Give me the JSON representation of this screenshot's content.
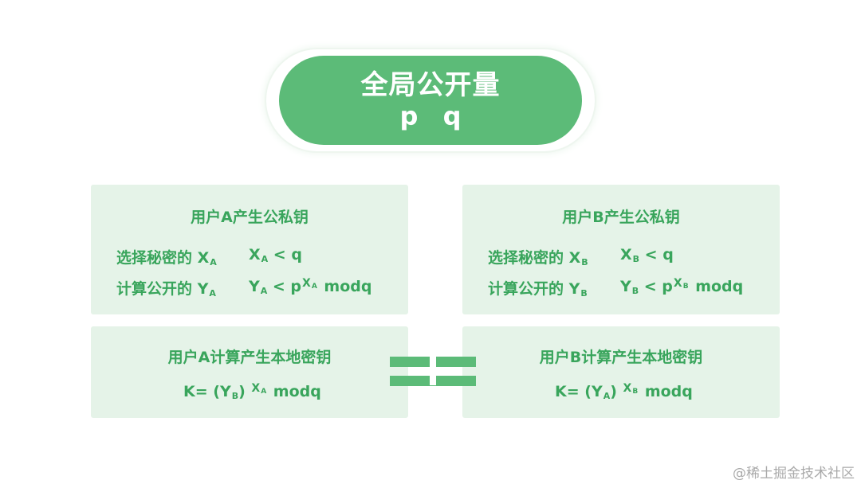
{
  "header": {
    "title": "全局公开量",
    "subtitle": "p q"
  },
  "cardA_top": {
    "title": "用户A产生公私钥",
    "row1": {
      "label": "选择秘密的 X",
      "label_sub": "A",
      "expr": "X",
      "expr_sub": "A",
      "rest": " < q"
    },
    "row2": {
      "label": "计算公开的 Y",
      "label_sub": "A",
      "expr": "Y",
      "expr_sub": "A",
      "rest_a": " < p",
      "sup": "X",
      "sup_sub": "A",
      "rest_b": " modq"
    }
  },
  "cardB_top": {
    "title": "用户B产生公私钥",
    "row1": {
      "label": "选择秘密的 X",
      "label_sub": "B",
      "expr": "X",
      "expr_sub": "B",
      "rest": " < q"
    },
    "row2": {
      "label": "计算公开的 Y",
      "label_sub": "B",
      "expr": "Y",
      "expr_sub": "B",
      "rest_a": " < p",
      "sup": "X",
      "sup_sub": "B",
      "rest_b": " modq"
    }
  },
  "cardA_bottom": {
    "title": "用户A计算产生本地密钥",
    "k_prefix": "K= (Y",
    "k_sub": "B",
    "k_paren": ") ",
    "k_sup": "X",
    "k_sup_sub": "A",
    "k_rest": " modq"
  },
  "cardB_bottom": {
    "title": "用户B计算产生本地密钥",
    "k_prefix": "K= (Y",
    "k_sub": "A",
    "k_paren": ") ",
    "k_sup": "X",
    "k_sup_sub": "B",
    "k_rest": " modq"
  },
  "watermark": "@稀土掘金技术社区",
  "colors": {
    "accent": "#5cbb78",
    "card_bg": "#e5f3e8",
    "card_text": "#39a55c"
  }
}
